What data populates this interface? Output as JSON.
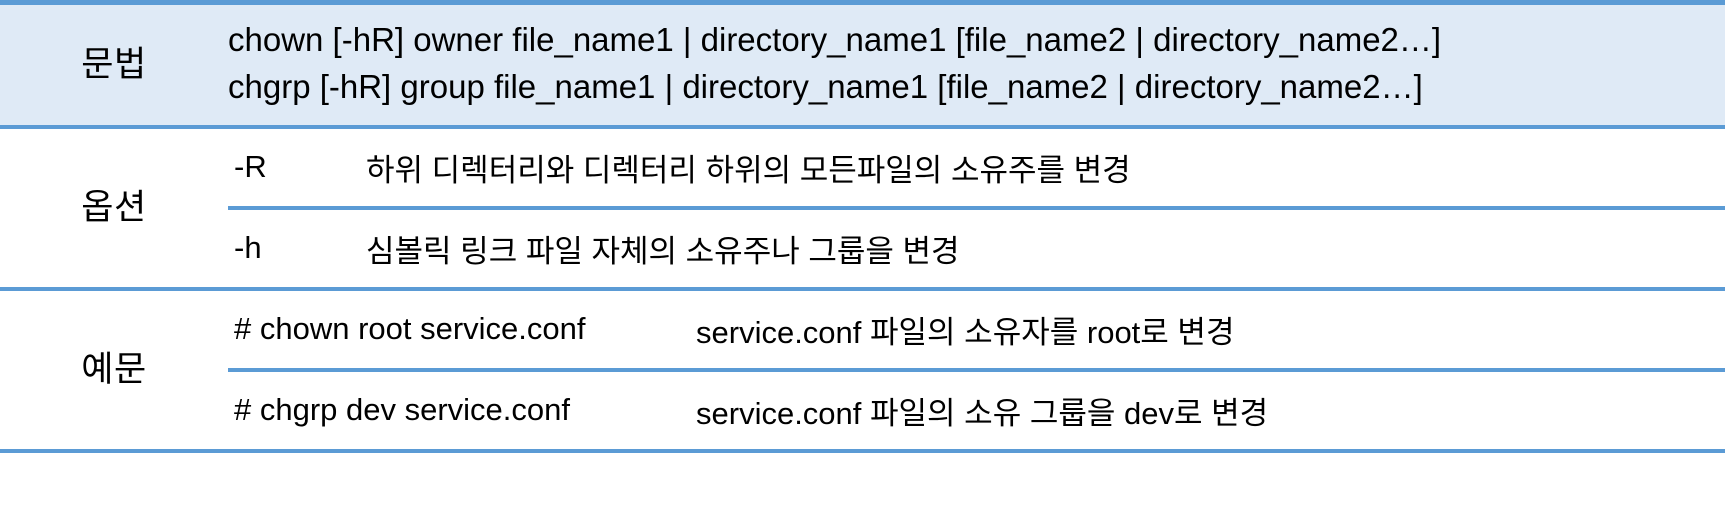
{
  "accent": {
    "rule_strong": "#5b9bd5",
    "rule_light": "#7cadd9",
    "syntax_background": "#dfeaf6",
    "text": "#000000"
  },
  "sections": {
    "syntax": {
      "label": "문법",
      "lines": [
        "chown [-hR] owner file_name1 | directory_name1 [file_name2 | directory_name2…]",
        "chgrp [-hR] group file_name1 | directory_name1 [file_name2 | directory_name2…]"
      ]
    },
    "options": {
      "label": "옵션",
      "rows": [
        {
          "flag": "-R",
          "description": "하위 디렉터리와 디렉터리 하위의 모든파일의 소유주를 변경"
        },
        {
          "flag": "-h",
          "description": "심볼릭 링크 파일 자체의 소유주나 그룹을 변경"
        }
      ]
    },
    "examples": {
      "label": "예문",
      "rows": [
        {
          "command": "# chown root service.conf",
          "description": "service.conf 파일의 소유자를 root로 변경"
        },
        {
          "command": "# chgrp dev service.conf",
          "description": "service.conf 파일의 소유 그룹을 dev로 변경"
        }
      ]
    }
  }
}
